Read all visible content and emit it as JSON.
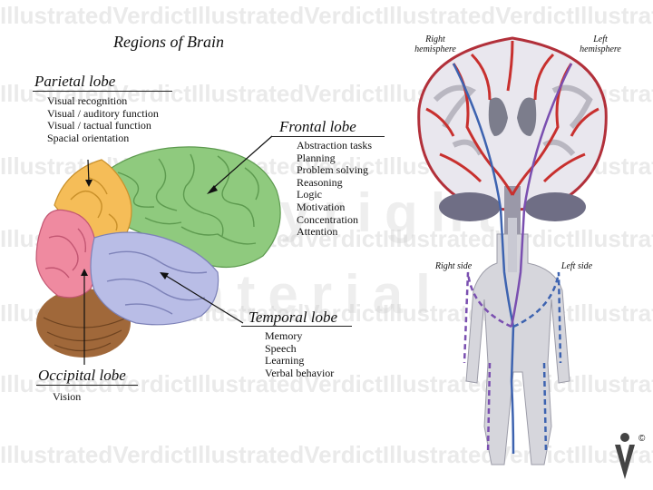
{
  "title": "Regions of Brain",
  "watermark": {
    "repeat_text": "IllustratedVerdictIllustratedVerdictIllustratedVerdictIllustratedVerdict",
    "big_text_1": "Copyright",
    "big_text_2": "Material"
  },
  "parietal": {
    "title": "Parietal lobe",
    "items": [
      "Visual recognition",
      "Visual / auditory function",
      "Visual / tactual function",
      "Spacial orientation"
    ]
  },
  "frontal": {
    "title": "Frontal lobe",
    "items": [
      "Abstraction tasks",
      "Planning",
      "Problem solving",
      "Reasoning",
      "Logic",
      "Motivation",
      "Concentration",
      "Attention"
    ]
  },
  "temporal": {
    "title": "Temporal lobe",
    "items": [
      "Memory",
      "Speech",
      "Learning",
      "Verbal behavior"
    ]
  },
  "occipital": {
    "title": "Occipital lobe",
    "items": [
      "Vision"
    ]
  },
  "right_hemisphere": [
    "Right",
    "hemisphere"
  ],
  "left_hemisphere": [
    "Left",
    "hemisphere"
  ],
  "right_side": "Right side",
  "left_side": "Left side",
  "copyright_symbol": "©",
  "colors": {
    "frontal": "#8fca7e",
    "parietal": "#f5bd58",
    "occipital": "#ef8aa0",
    "temporal": "#b9bde6",
    "cerebellum": "#a0683a",
    "artery": "#c8302e",
    "nerve_blue": "#3d63b0",
    "nerve_purple": "#7a4fb0",
    "body": "#d6d6dc"
  }
}
